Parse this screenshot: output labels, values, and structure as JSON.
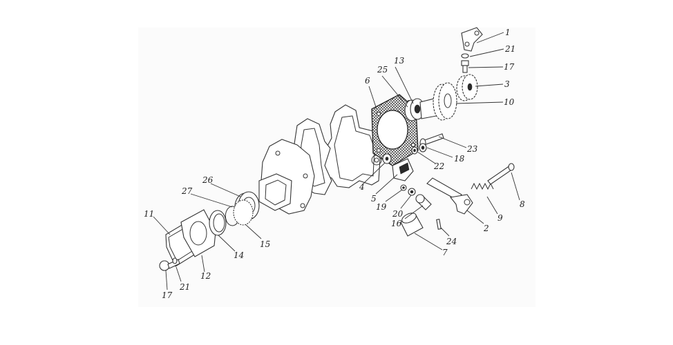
{
  "diagram": {
    "parts": [
      {
        "id": "p1",
        "label": "1"
      },
      {
        "id": "p2",
        "label": "2"
      },
      {
        "id": "p3",
        "label": "3"
      },
      {
        "id": "p4",
        "label": "4"
      },
      {
        "id": "p5",
        "label": "5"
      },
      {
        "id": "p6",
        "label": "6"
      },
      {
        "id": "p7",
        "label": "7"
      },
      {
        "id": "p8",
        "label": "8"
      },
      {
        "id": "p9",
        "label": "9"
      },
      {
        "id": "p10",
        "label": "10"
      },
      {
        "id": "p11",
        "label": "11"
      },
      {
        "id": "p12",
        "label": "12"
      },
      {
        "id": "p13",
        "label": "13"
      },
      {
        "id": "p14",
        "label": "14"
      },
      {
        "id": "p15",
        "label": "15"
      },
      {
        "id": "p16",
        "label": "16"
      },
      {
        "id": "p17a",
        "label": "17"
      },
      {
        "id": "p17b",
        "label": "17"
      },
      {
        "id": "p18",
        "label": "18"
      },
      {
        "id": "p19",
        "label": "19"
      },
      {
        "id": "p20",
        "label": "20"
      },
      {
        "id": "p21a",
        "label": "21"
      },
      {
        "id": "p21b",
        "label": "21"
      },
      {
        "id": "p22",
        "label": "22"
      },
      {
        "id": "p23",
        "label": "23"
      },
      {
        "id": "p24",
        "label": "24"
      },
      {
        "id": "p25",
        "label": "25"
      },
      {
        "id": "p26",
        "label": "26"
      },
      {
        "id": "p27",
        "label": "27"
      }
    ]
  }
}
